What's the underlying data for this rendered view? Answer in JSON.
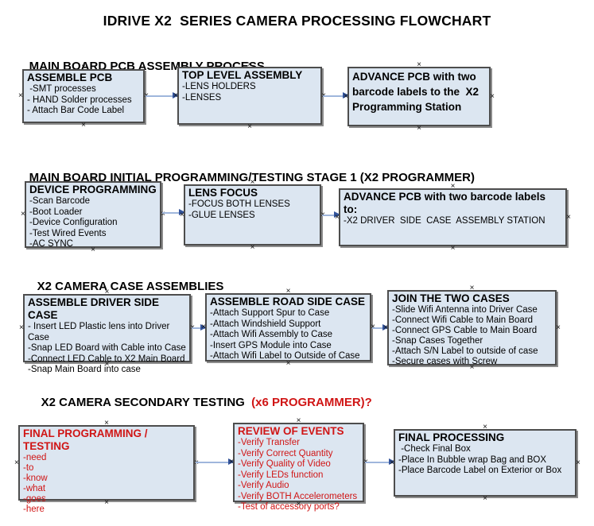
{
  "title": "IDRIVE X2  SERIES CAMERA PROCESSING FLOWCHART",
  "colors": {
    "box_fill": "#dce6f1",
    "box_border": "#4d4d4d",
    "red_text": "#d01515",
    "arrow_line": "#9fb6dc",
    "arrow_head": "#33549c"
  },
  "sections": [
    {
      "heading": "MAIN BOARD PCB ASSEMBLY PROCESS",
      "boxes": [
        {
          "title": "ASSEMBLE PCB",
          "items": [
            " -SMT processes",
            "- HAND Solder processes",
            "- Attach Bar Code Label"
          ]
        },
        {
          "title": "TOP LEVEL ASSEMBLY",
          "items": [
            "-LENS HOLDERS",
            "-LENSES"
          ]
        },
        {
          "title": "ADVANCE PCB with two barcode labels to the  X2 Programming Station",
          "items": []
        }
      ]
    },
    {
      "heading": "MAIN BOARD INITIAL PROGRAMMING/TESTING STAGE 1 (X2 PROGRAMMER)",
      "boxes": [
        {
          "title": "DEVICE PROGRAMMING",
          "items": [
            "-Scan Barcode",
            "-Boot Loader",
            "-Device Configuration",
            "-Test Wired Events",
            "-AC SYNC"
          ]
        },
        {
          "title": "LENS FOCUS",
          "items": [
            "-FOCUS BOTH LENSES",
            "-GLUE LENSES"
          ]
        },
        {
          "title": "ADVANCE PCB with two barcode labels to:",
          "items": [
            "-X2 DRIVER  SIDE  CASE  ASSEMBLY STATION"
          ]
        }
      ]
    },
    {
      "heading": "X2 CAMERA CASE ASSEMBLIES",
      "boxes": [
        {
          "title": "ASSEMBLE DRIVER SIDE CASE",
          "items": [
            "- Insert LED Plastic lens into Driver Case",
            "-Snap LED Board with Cable into Case",
            "-Connect LED Cable to X2 Main Board",
            "-Snap Main Board into case"
          ]
        },
        {
          "title": "ASSEMBLE ROAD SIDE CASE",
          "items": [
            "-Attach Support Spur to Case",
            "-Attach Windshield Support",
            "-Attach Wifi Assembly to Case",
            "-Insert GPS Module into Case",
            "-Attach Wifi Label to Outside of Case"
          ]
        },
        {
          "title": "JOIN THE TWO CASES",
          "items": [
            "-Slide Wifi Antenna into Driver Case",
            "-Connect Wifi Cable to Main Board",
            "-Connect GPS Cable to Main Board",
            "-Snap Cases Together",
            "-Attach S/N Label to outside of case",
            "-Secure cases with Screw"
          ]
        }
      ]
    },
    {
      "heading": "X2 CAMERA SECONDARY TESTING  ",
      "heading_red": "(x6 PROGRAMMER)?",
      "boxes": [
        {
          "title": "FINAL PROGRAMMING / TESTING",
          "items": [
            "-need",
            "-to",
            "-know",
            "-what",
            "-goes",
            "-here"
          ]
        },
        {
          "title": "REVIEW OF EVENTS",
          "items": [
            "-Verify Transfer",
            "-Verify Correct Quantity",
            "-Verify Quality of Video",
            "-Verify LEDs function",
            "-Verify Audio",
            "-Verify BOTH Accelerometers",
            "-Test of accessory ports?"
          ]
        },
        {
          "title": "FINAL PROCESSING",
          "items": [
            " -Check Final Box",
            "-Place In Bubble wrap Bag and BOX",
            "-Place Barcode Label on Exterior or Box"
          ]
        }
      ]
    }
  ]
}
